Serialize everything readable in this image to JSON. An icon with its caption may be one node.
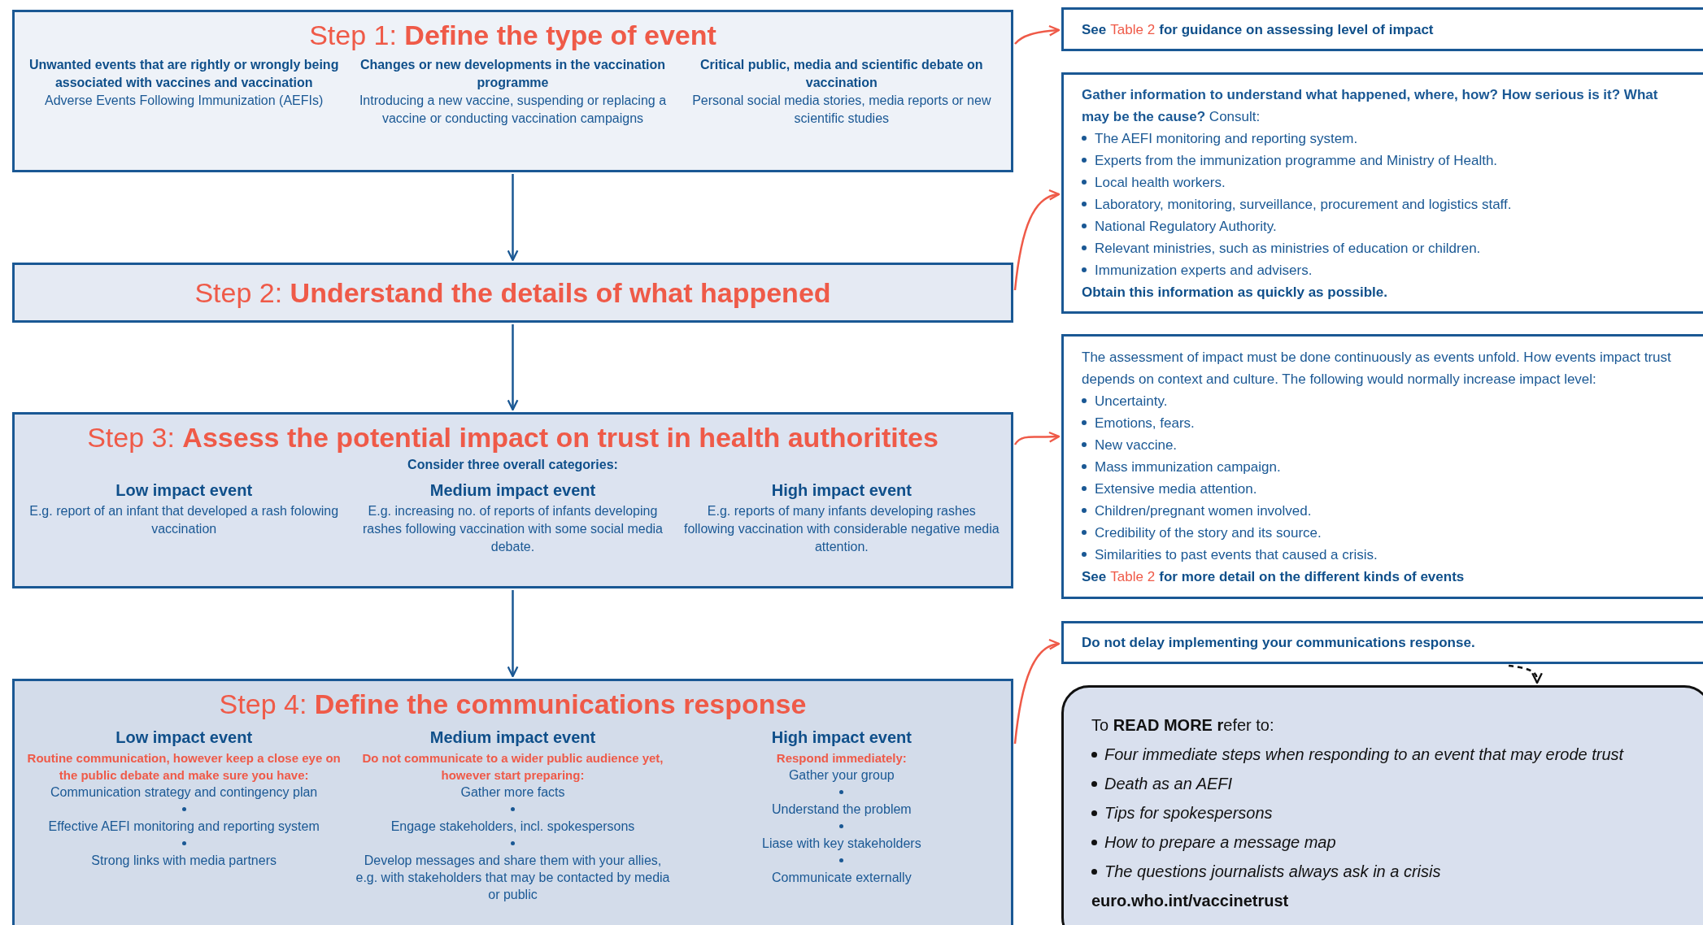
{
  "diagram": {
    "nodes": [
      {
        "text": [
          "Step 1: **Define the type of event**",
          "Unwanted events that are rightly or wrongly being associated with vaccines and vaccination",
          "Adverse Events Following Immunization (AEFIs)",
          "Changes or new developments in the vaccination programme",
          "Introducing a new vaccine, suspending or replacing a vaccine or conducting vaccination campaigns",
          "Critical public, media and scientific debate on vaccination",
          "Personal social media stories, media reports or new scientific studies"
        ]
      },
      {
        "text": [
          "Step 2: **Understand the details of what happened**"
        ]
      },
      {
        "text": [
          "Step 3: **Assess the potential impact on trust in health authoritites**",
          "Consider three overall categories:",
          "Low impact event",
          "E.g. report of an infant that developed a rash folowing vaccination",
          "Medium impact event",
          "E.g. increasing no. of reports of infants developing rashes following vaccination with some social media debate.",
          "High impact event",
          "E.g. reports of many infants developing rashes following vaccination with considerable negative media attention."
        ]
      },
      {
        "text": [
          "Step 4: **Define the communications response**",
          "Low impact event",
          "Routine communication, however keep a close eye on the public debate and make sure you have:",
          "Communication strategy and contingency plan",
          "Effective AEFI monitoring and reporting system",
          "Strong links with media partners",
          "Medium impact event",
          "Do not communicate to a wider public audience yet, however start preparing:",
          "Gather more facts",
          "Engage stakeholders, incl. spokespersons",
          "Develop messages and share them with your allies, e.g. with stakeholders that may be contacted by media or public",
          "High impact event",
          "Respond immediately:",
          "Gather your group",
          "Understand the problem",
          "Liase with key stakeholders",
          "Communicate externally"
        ]
      },
      {
        "text": [
          "See",
          "Table 2",
          "for guidance on assessing level of impact"
        ]
      },
      {
        "text": [
          "**Gather information to understand what happened, where, how? How serious is it? What may be the cause?** Consult:",
          "The AEFI monitoring and reporting system.",
          "Experts from the immunization programme and Ministry of Health.",
          "Local health workers.",
          "Laboratory, monitoring, surveillance, procurement and logistics staff.",
          "National Regulatory Authority.",
          "Relevant ministries, such as ministries of education or children.",
          "Immunization experts and advisers.",
          "Obtain this information as quickly as possible."
        ]
      },
      {
        "text": [
          "The assessment of impact must be done continuously as events unfold. How events impact trust depends on context and culture. The following would normally increase impact level:",
          "Uncertainty.",
          "Emotions, fears.",
          "New vaccine.",
          "Mass immunization campaign.",
          "Extensive media attention.",
          "Children/pregnant women involved.",
          "Credibility of the story and its source.",
          "Similarities to past events that caused a crisis.",
          "See",
          "Table 2",
          "for more detail on the different kinds of events"
        ]
      },
      {
        "text": [
          "Do not delay implementing your communications response."
        ]
      },
      {
        "text": [
          "To **READ MORE r**efer to:",
          "Four immediate steps when responding to an event that may erode trust",
          "Death as an AEFI",
          "Tips for spokespersons",
          "How to prepare a message map",
          "The questions journalists always ask in a crisis",
          "euro.who.int/vaccinetrust"
        ]
      }
    ],
    "edges": [
      {
        "from": 0,
        "to": 1,
        "arrow": "to",
        "color": "#1a5894"
      },
      {
        "from": 1,
        "to": 2,
        "arrow": "to",
        "color": "#1a5894"
      },
      {
        "from": 2,
        "to": 3,
        "arrow": "to",
        "color": "#1a5894"
      },
      {
        "from": 0,
        "to": 4,
        "arrow": "to"
      },
      {
        "from": 1,
        "to": 5,
        "arrow": "to"
      },
      {
        "from": 2,
        "to": 6,
        "arrow": "to"
      },
      {
        "from": 3,
        "to": 7,
        "arrow": "to"
      },
      {
        "from": 7,
        "to": 8,
        "arrow": "to",
        "style": "dashed",
        "color": "#111111"
      }
    ]
  }
}
